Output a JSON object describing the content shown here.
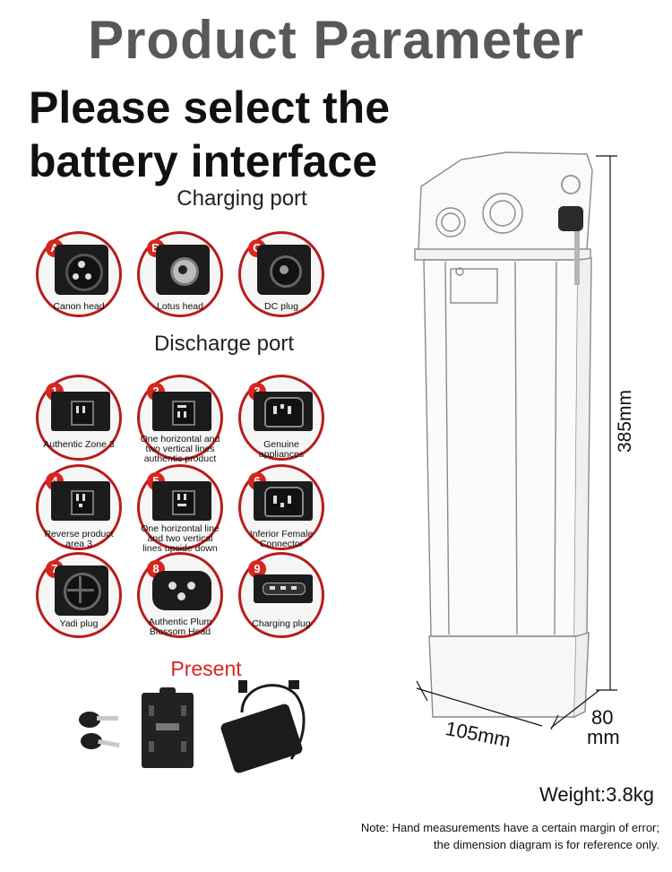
{
  "title": "Product Parameter",
  "headline": {
    "line1": "Please select the",
    "line2": "battery interface"
  },
  "charging_section": {
    "label": "Charging port",
    "ports": [
      {
        "badge": "A",
        "caption": "Canon head"
      },
      {
        "badge": "B",
        "caption": "Lotus head"
      },
      {
        "badge": "C",
        "caption": "DC plug"
      }
    ]
  },
  "discharge_section": {
    "label": "Discharge port",
    "ports": [
      {
        "badge": "1",
        "caption": "Authentic Zone 3"
      },
      {
        "badge": "2",
        "caption": "One horizontal and two vertical lines authentic product"
      },
      {
        "badge": "3",
        "caption": "Genuine appliances"
      },
      {
        "badge": "4",
        "caption": "Reverse product area 3"
      },
      {
        "badge": "5",
        "caption": "One horizontal line and two vertical lines upside down"
      },
      {
        "badge": "6",
        "caption": "Inferior Female Connector"
      },
      {
        "badge": "7",
        "caption": "Yadi plug"
      },
      {
        "badge": "8",
        "caption": "Authentic Plum Blossom Head"
      },
      {
        "badge": "9",
        "caption": "Charging plug"
      }
    ]
  },
  "present": {
    "label": "Present"
  },
  "dimensions": {
    "height": "385mm",
    "width": "105mm",
    "depth_value": "80",
    "depth_unit": "mm"
  },
  "weight": "Weight:3.8kg",
  "note": {
    "line1": "Note: Hand measurements have a certain margin of error;",
    "line2": "the dimension diagram is for reference only."
  },
  "colors": {
    "title_gray": "#585858",
    "accent_red": "#d7261e",
    "ring_red": "#b71c1c"
  }
}
